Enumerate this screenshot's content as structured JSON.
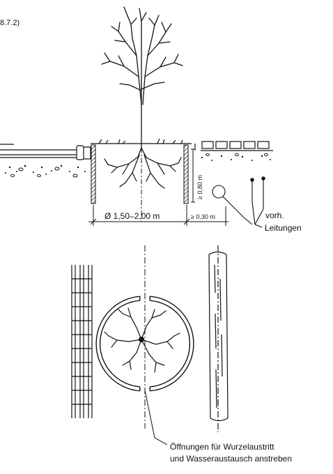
{
  "figure_ref": "8.7.2)",
  "labels": {
    "diameter": "Ø 1,50–2,00 m",
    "depth": "≥ 0,80 m",
    "clearance": "≥ 0,30 m",
    "conduits_line1": "vorh.",
    "conduits_line2": "Leitungen",
    "openings_line1": "Öffnungen für Wurzelaustritt",
    "openings_line2": "und Wasseraustausch anstreben"
  },
  "colors": {
    "ink": "#111111",
    "paper": "#ffffff"
  }
}
